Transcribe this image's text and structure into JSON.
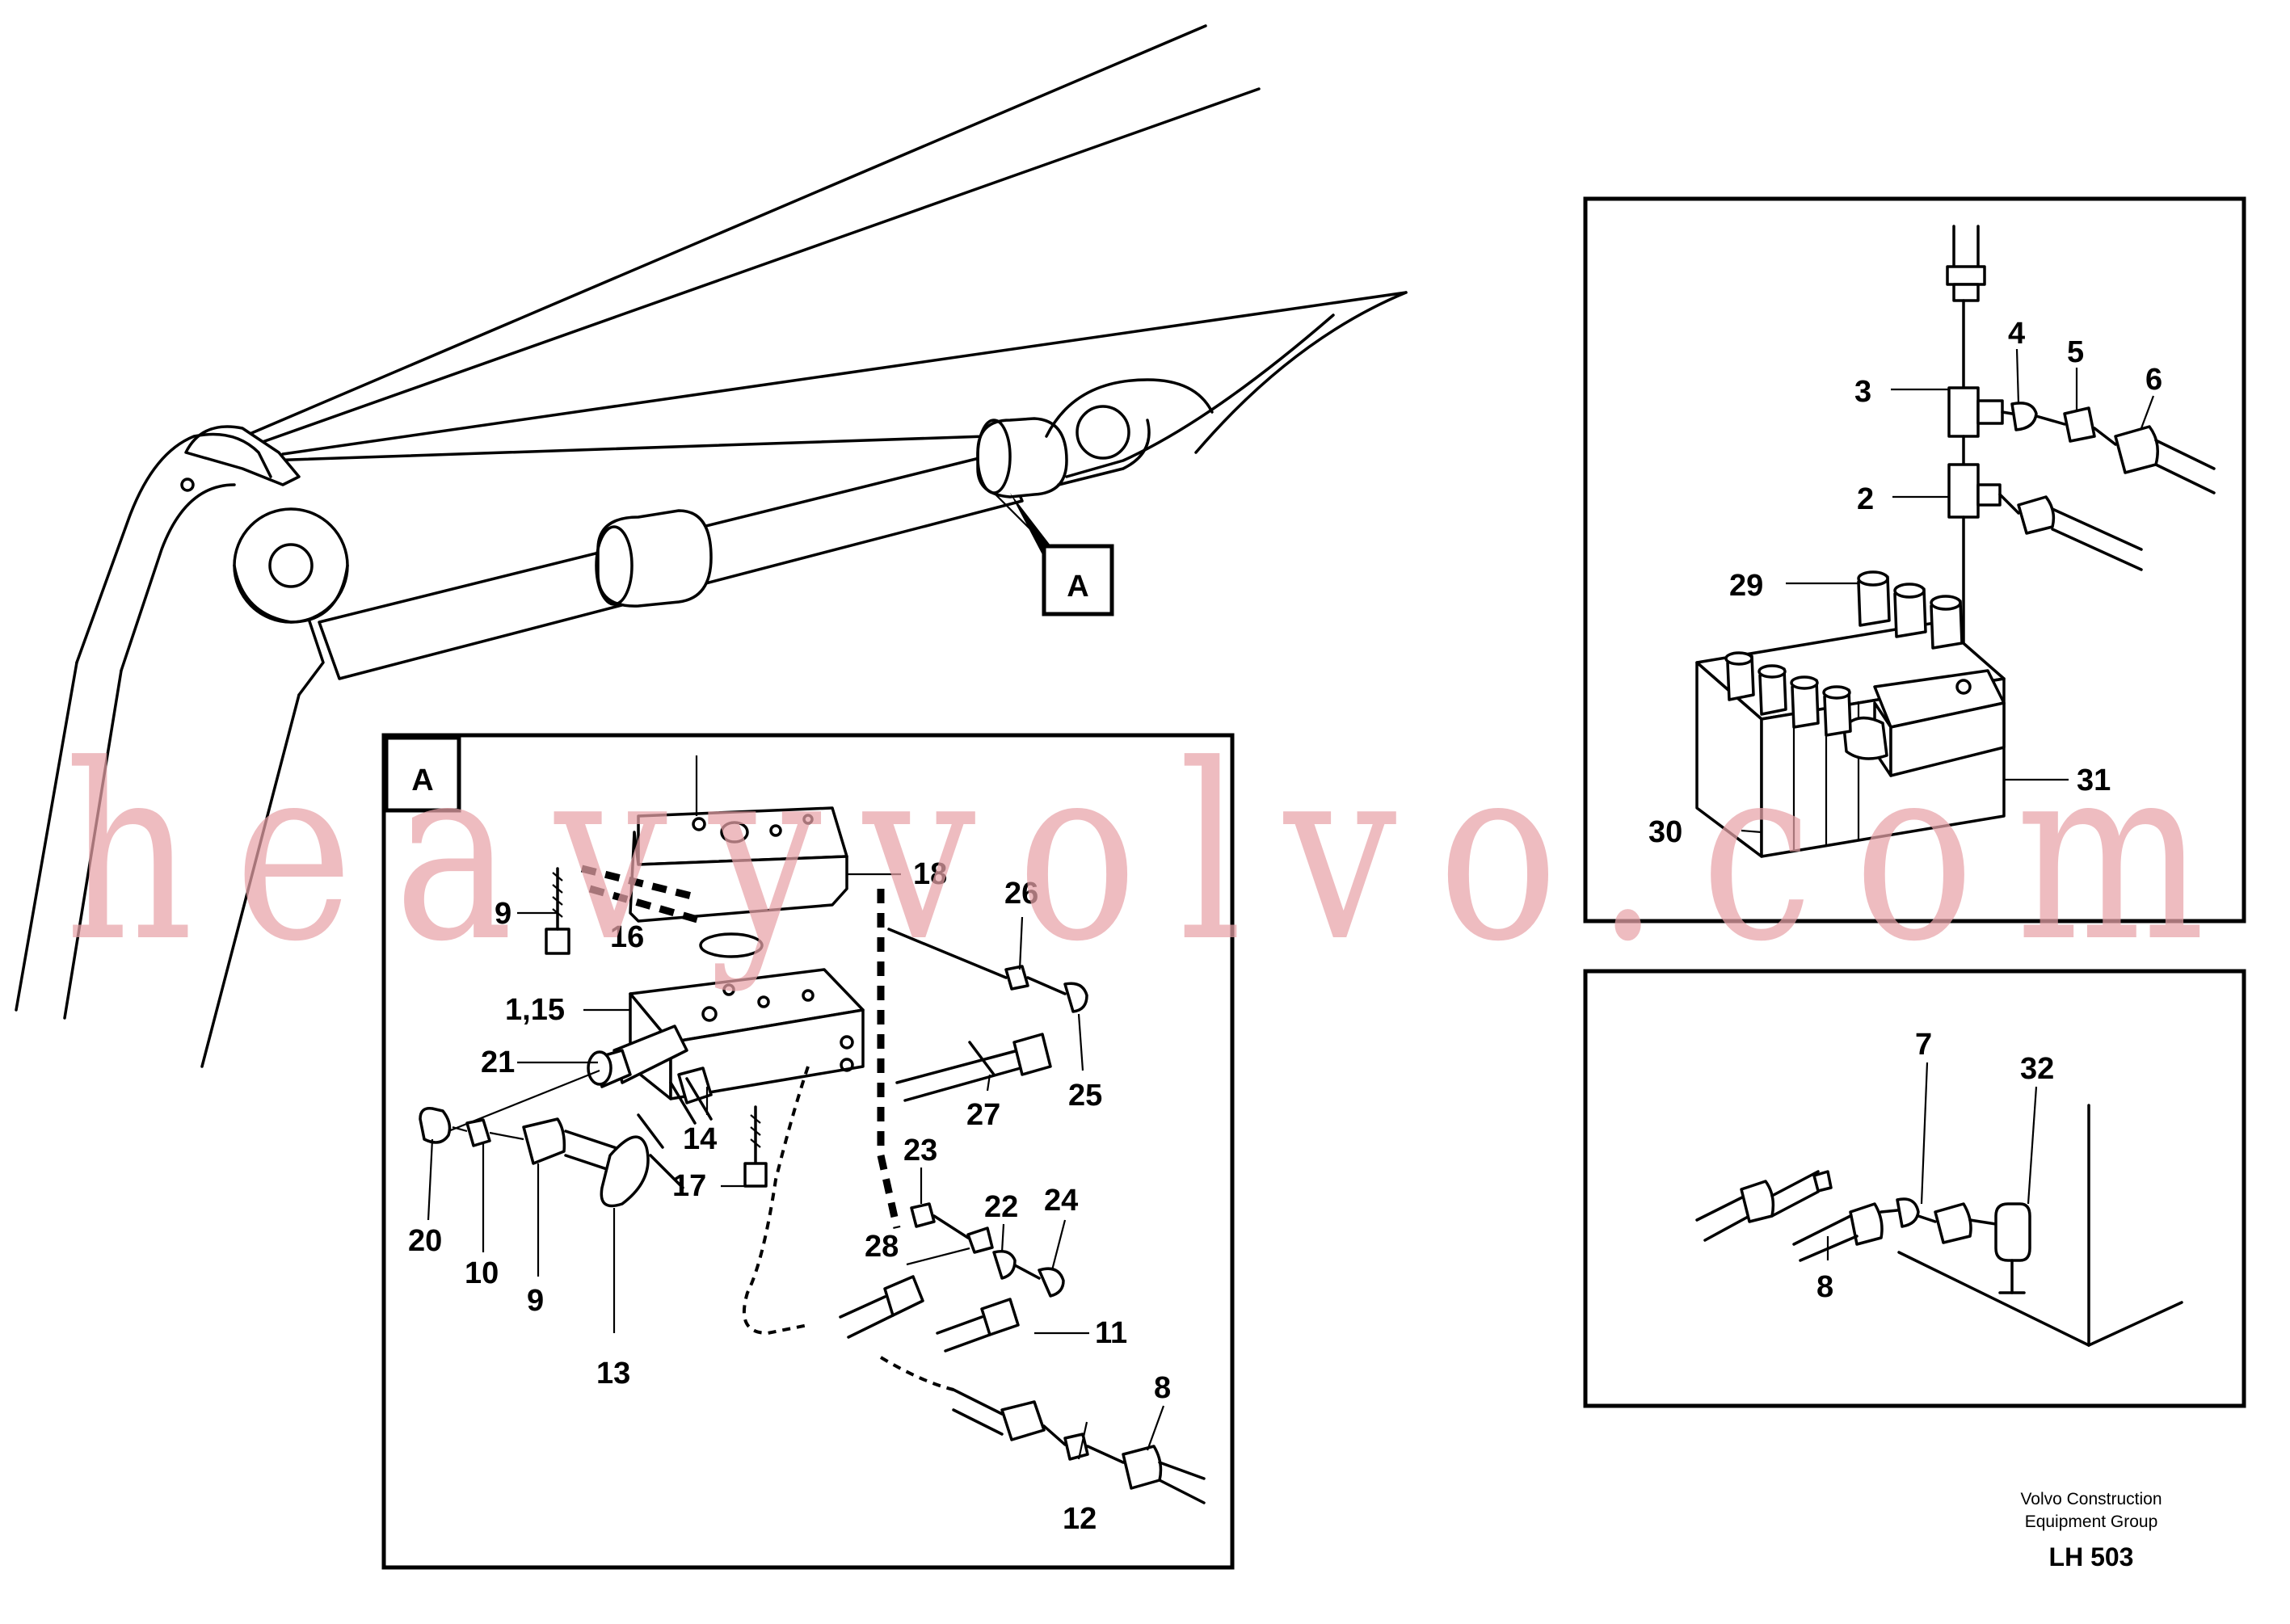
{
  "section_label": "A",
  "callouts": {
    "n1_15": "1,15",
    "n2": "2",
    "n3": "3",
    "n4": "4",
    "n5": "5",
    "n6": "6",
    "n7": "7",
    "n8a": "8",
    "n8b": "8",
    "n9a": "9",
    "n9b": "9",
    "n10": "10",
    "n11": "11",
    "n12": "12",
    "n13": "13",
    "n14": "14",
    "n16": "16",
    "n17": "17",
    "n18": "18",
    "n20": "20",
    "n21": "21",
    "n22": "22",
    "n23": "23",
    "n24": "24",
    "n25": "25",
    "n26": "26",
    "n27": "27",
    "n28": "28",
    "n29": "29",
    "n30": "30",
    "n31": "31",
    "n32": "32"
  },
  "footer": {
    "publisher_line1": "Volvo Construction",
    "publisher_line2": "Equipment Group",
    "page_code": "LH 503"
  },
  "watermark": "heavyvolvo.com"
}
